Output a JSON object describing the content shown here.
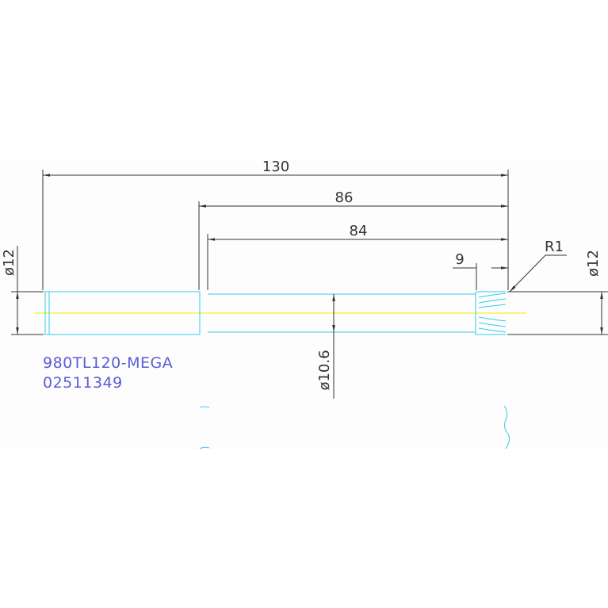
{
  "dimensions": {
    "overall_length": "130",
    "length_86": "86",
    "length_84": "84",
    "length_9": "9",
    "radius": "R1",
    "diameter_left": "ø12",
    "diameter_right": "ø12",
    "diameter_neck": "ø10.6"
  },
  "part_label": {
    "line1": "980TL120-MEGA",
    "line2": "02511349"
  },
  "colors": {
    "part_outline": "#33ccee",
    "centerline": "#eeee00",
    "dimension_lines": "#333333",
    "label_text": "#5b5bd6"
  }
}
